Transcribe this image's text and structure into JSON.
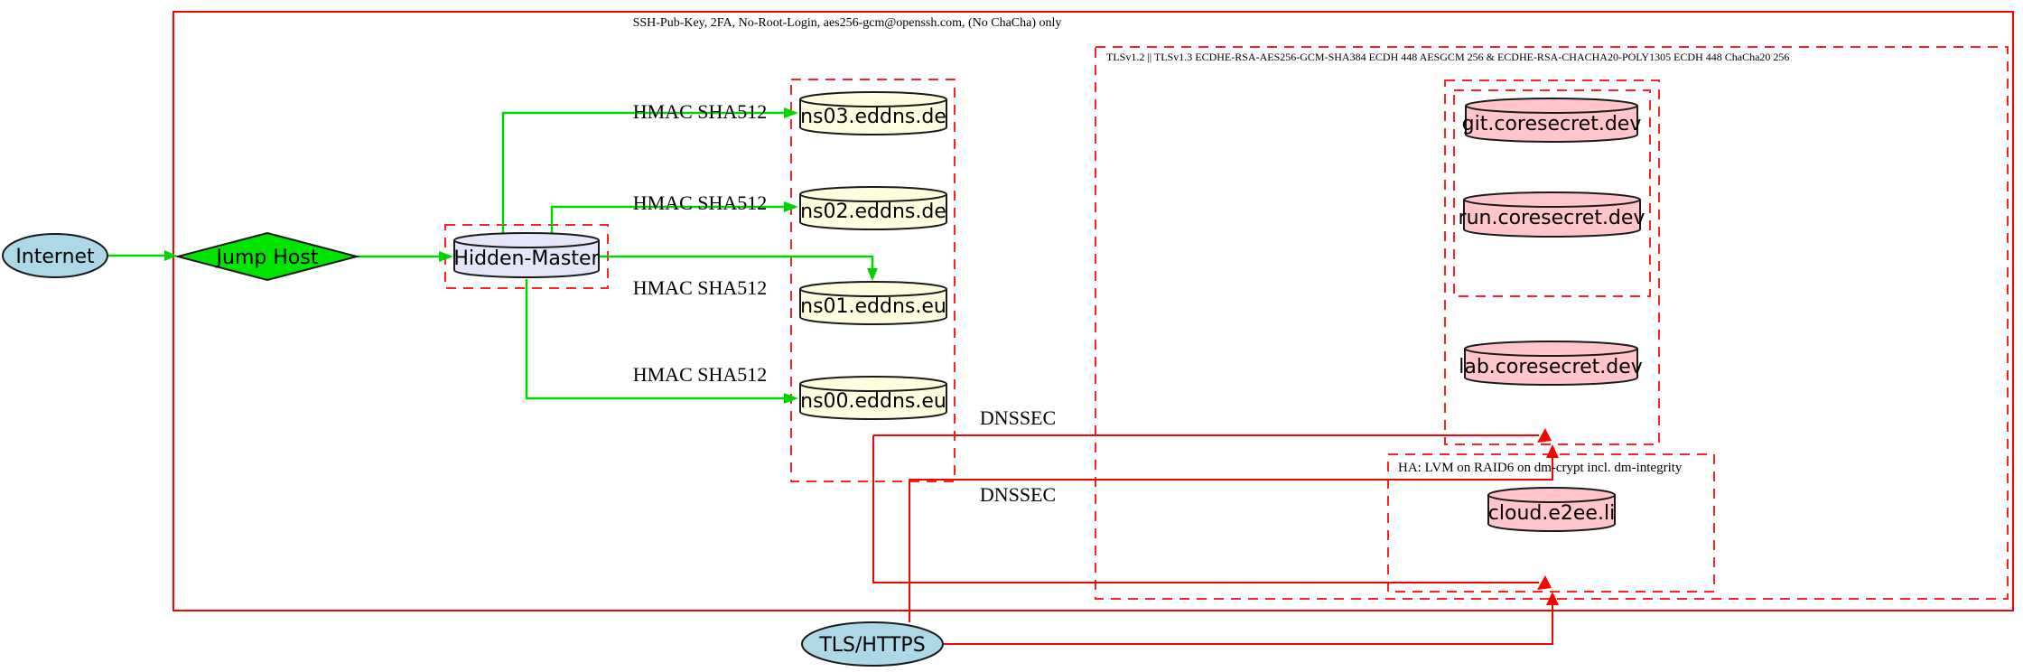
{
  "clusters": {
    "outer": {
      "label": "SSH-Pub-Key, 2FA, No-Root-Login, aes256-gcm@openssh.com, (No ChaCha) only"
    },
    "tls": {
      "label": "TLSv1.2 || TLSv1.3 ECDHE-RSA-AES256-GCM-SHA384 ECDH 448 AESGCM 256 & ECDHE-RSA-CHACHA20-POLY1305 ECDH 448 ChaCha20 256"
    },
    "ha": {
      "label": "HA: LVM on RAID6 on dm-crypt incl. dm-integrity"
    }
  },
  "nodes": {
    "internet": {
      "label": "Internet",
      "shape": "ellipse",
      "fill": "#add8e6"
    },
    "jump_host": {
      "label": "Jump Host",
      "shape": "diamond",
      "fill": "#00e400"
    },
    "hidden_master": {
      "label": "Hidden-Master",
      "shape": "cylinder",
      "fill": "#e6e6fa"
    },
    "ns03": {
      "label": "ns03.eddns.de",
      "shape": "cylinder",
      "fill": "#ffffe0"
    },
    "ns02": {
      "label": "ns02.eddns.de",
      "shape": "cylinder",
      "fill": "#ffffe0"
    },
    "ns01": {
      "label": "ns01.eddns.eu",
      "shape": "cylinder",
      "fill": "#ffffe0"
    },
    "ns00": {
      "label": "ns00.eddns.eu",
      "shape": "cylinder",
      "fill": "#ffffe0"
    },
    "git": {
      "label": "git.coresecret.dev",
      "shape": "cylinder",
      "fill": "#ffc5cb"
    },
    "run": {
      "label": "run.coresecret.dev",
      "shape": "cylinder",
      "fill": "#ffc5cb"
    },
    "lab": {
      "label": "lab.coresecret.dev",
      "shape": "cylinder",
      "fill": "#ffc5cb"
    },
    "cloud": {
      "label": "cloud.e2ee.li",
      "shape": "cylinder",
      "fill": "#ffc5cb"
    },
    "tls_https": {
      "label": "TLS/HTTPS",
      "shape": "ellipse",
      "fill": "#add8e6"
    }
  },
  "edge_labels": {
    "hmac_ns03": "HMAC SHA512",
    "hmac_ns02": "HMAC SHA512",
    "hmac_ns01": "HMAC SHA512",
    "hmac_ns00": "HMAC SHA512",
    "dnssec_1": "DNSSEC",
    "dnssec_2": "DNSSEC"
  },
  "colors": {
    "edge_green": "#00d400",
    "edge_red": "#ff0000",
    "cluster_red": "#ff2222",
    "node_stroke": "#1a1a1a"
  }
}
